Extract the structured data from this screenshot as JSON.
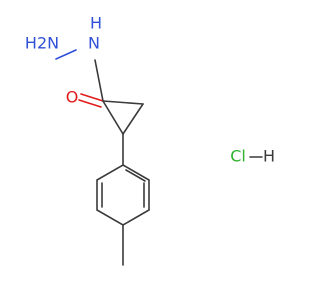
{
  "atoms": {
    "hydrazide_nh2": "H2N",
    "hydrazide_n": "N",
    "hydrazide_h": "H",
    "carbonyl_o": "O",
    "chloride": "Cl",
    "hcl_h": "H"
  },
  "colors": {
    "bond": "#3a3a3a",
    "nitrogen": "#3050d8",
    "oxygen": "#e31a1a",
    "chlorine": "#2fb12f"
  }
}
